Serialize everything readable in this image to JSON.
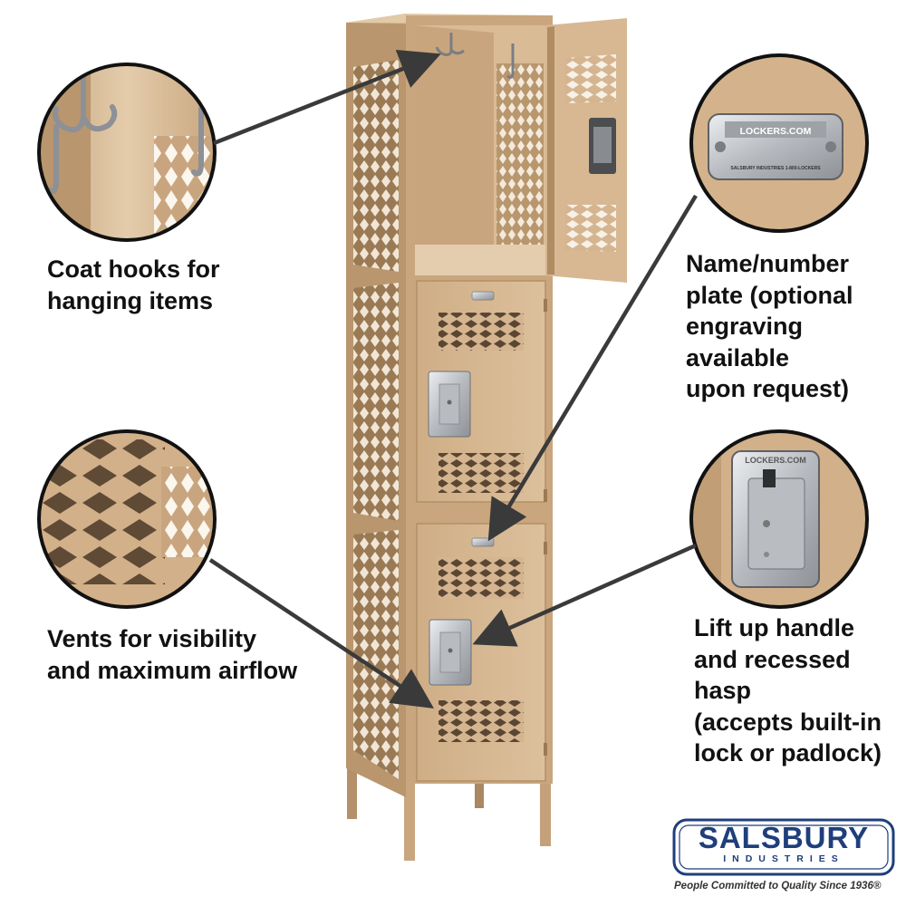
{
  "callouts": {
    "hooks": "Coat hooks for\nhanging items",
    "plate": "Name/number\nplate (optional\nengraving available\nupon request)",
    "vents": "Vents for visibility\nand maximum airflow",
    "handle": "Lift up handle\nand recessed hasp\n(accepts built-in\nlock or padlock)"
  },
  "plate_detail": {
    "brand": "LOCKERS.COM",
    "small_print": "SALSBURY INDUSTRIES   1-800-LOCKERS"
  },
  "handle_detail": {
    "brand": "LOCKERS.COM"
  },
  "brand": {
    "name": "SALSBURY",
    "sub": "INDUSTRIES",
    "tagline": "People Committed to Quality Since 1936®"
  },
  "colors": {
    "locker_tan": "#d5b590",
    "locker_shadow": "#a88660",
    "steel": "#c9ccd0",
    "arrow": "#3a3a3a",
    "brand_blue": "#1f3e7c"
  }
}
